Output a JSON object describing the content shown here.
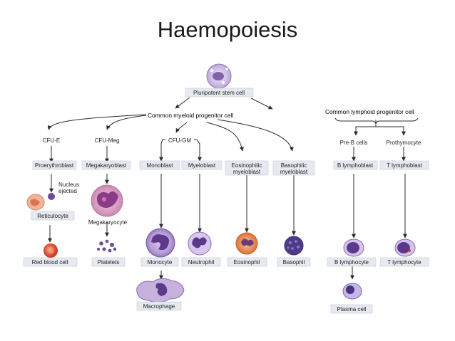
{
  "title": "Haemopoiesis",
  "annotations": {
    "myeloid": "Common myeloid progenitor cell",
    "lymphoid": "Common lymphoid progenitor cell"
  },
  "cells": {
    "stem": "Pluripotent stem cell",
    "cfu_e": "CFU-E",
    "cfu_meg": "CFU-Meg",
    "cfu_gm": "CFU-GM",
    "proerythroblast": "Proerythroblast",
    "megakaryoblast": "Megakaryoblast",
    "monoblast": "Monoblast",
    "myeloblast": "Myeloblast",
    "eos_myeloblast_1": "Eosinophilic",
    "eos_myeloblast_2": "myeloblast",
    "baso_myeloblast_1": "Basophilic",
    "baso_myeloblast_2": "myeloblast",
    "pre_b": "Pre-B cells",
    "prothymocyte": "Prothymocyte",
    "b_lymphoblast": "B lymphoblast",
    "t_lymphoblast": "T lymphoblast",
    "nucleus_1": "Nucleus",
    "nucleus_2": "ejected",
    "reticulocyte": "Reticulocyte",
    "megakaryocyte": "Megakaryocyte",
    "rbc": "Red blood cell",
    "platelets": "Platelets",
    "monocyte": "Monocyte",
    "neutrophil": "Neutrophil",
    "eosinophil": "Eosinophil",
    "basophil": "Basophil",
    "b_lymphocyte": "B lymphocyte",
    "t_lymphocyte": "T lymphocyte",
    "macrophage": "Macrophage",
    "plasma_cell": "Plasma cell"
  },
  "colors": {
    "arrow": "#2b2b2b",
    "label_box": "#e6e9ef",
    "cell_purple": "#7a4fa3",
    "cell_red": "#d8432a",
    "cell_orange": "#e07a3a"
  }
}
